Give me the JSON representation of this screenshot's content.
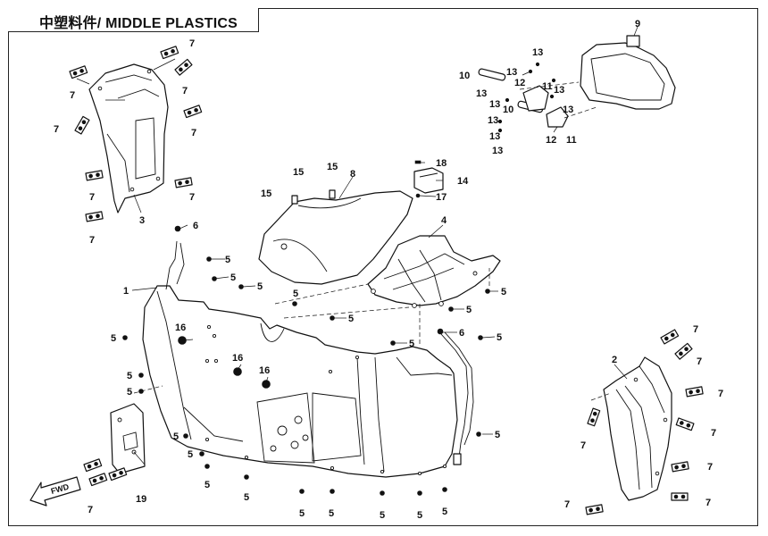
{
  "title": "中塑料件/ MIDDLE PLASTICS",
  "fwd_label": "FWD",
  "parts": [
    {
      "label": "1"
    },
    {
      "label": "2"
    },
    {
      "label": "3"
    },
    {
      "label": "4"
    },
    {
      "label": "5"
    },
    {
      "label": "6"
    },
    {
      "label": "7"
    },
    {
      "label": "8"
    },
    {
      "label": "9"
    },
    {
      "label": "10"
    },
    {
      "label": "11"
    },
    {
      "label": "12"
    },
    {
      "label": "13"
    },
    {
      "label": "14"
    },
    {
      "label": "15"
    },
    {
      "label": "16"
    },
    {
      "label": "17"
    },
    {
      "label": "18"
    },
    {
      "label": "19"
    }
  ]
}
